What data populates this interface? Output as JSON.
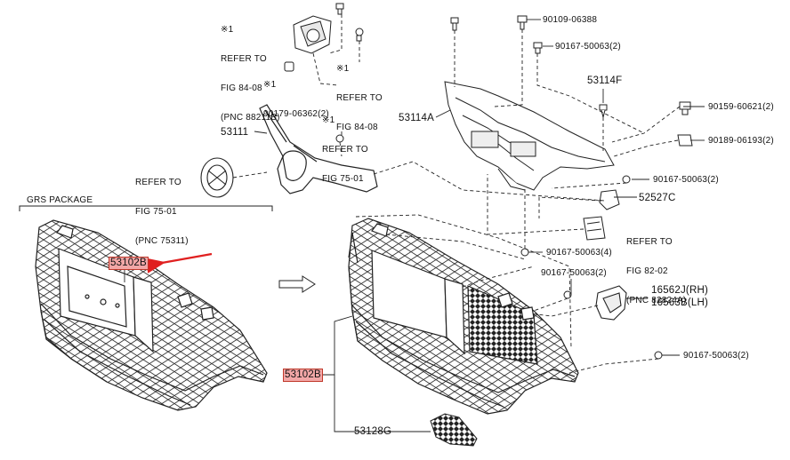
{
  "labels": {
    "sensor_note": [
      "※1",
      "REFER TO",
      "FIG 84-08",
      "(PNC 88211B)"
    ],
    "sensor_bracket_note": [
      "※1",
      "REFER TO",
      "FIG 84-08"
    ],
    "clip_note": [
      "※1",
      "90179-06362(2)"
    ],
    "screw_note": [
      "※1",
      "REFER TO",
      "FIG 75-01"
    ],
    "emblem_note": [
      "REFER TO",
      "FIG 75-01",
      "(PNC 75311)"
    ],
    "side_note": [
      "REFER TO",
      "FIG 82-02",
      "(PNC 82824A)"
    ],
    "p90109": "90109-06388",
    "p90167_top": "90167-50063(2)",
    "p53114F": "53114F",
    "p53114A": "53114A",
    "p53111": "53111",
    "p90159": "90159-60621(2)",
    "p90189": "90189-06193(2)",
    "p90167_mid": "90167-50063(2)",
    "p52527C": "52527C",
    "p90167_4": "90167-50063(4)",
    "p90167_low": "90167-50063(2)",
    "p16562J": "16562J(RH)",
    "p16563B": "16563B(LH)",
    "p90167_right": "90167-50063(2)",
    "grs_package": "GRS PACKAGE",
    "p53102B_left": "53102B",
    "p53102B_right": "53102B",
    "p53128G": "53128G"
  },
  "colors": {
    "highlight": "#f2a7a7",
    "arrow": "#e02020",
    "line": "#222222"
  }
}
